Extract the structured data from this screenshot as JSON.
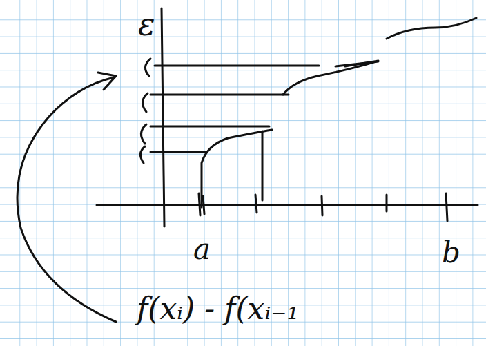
{
  "diagram": {
    "labels": [
      "ε",
      "a",
      "b",
      "f(xᵢ) - f(xᵢ₋₁"
    ]
  }
}
